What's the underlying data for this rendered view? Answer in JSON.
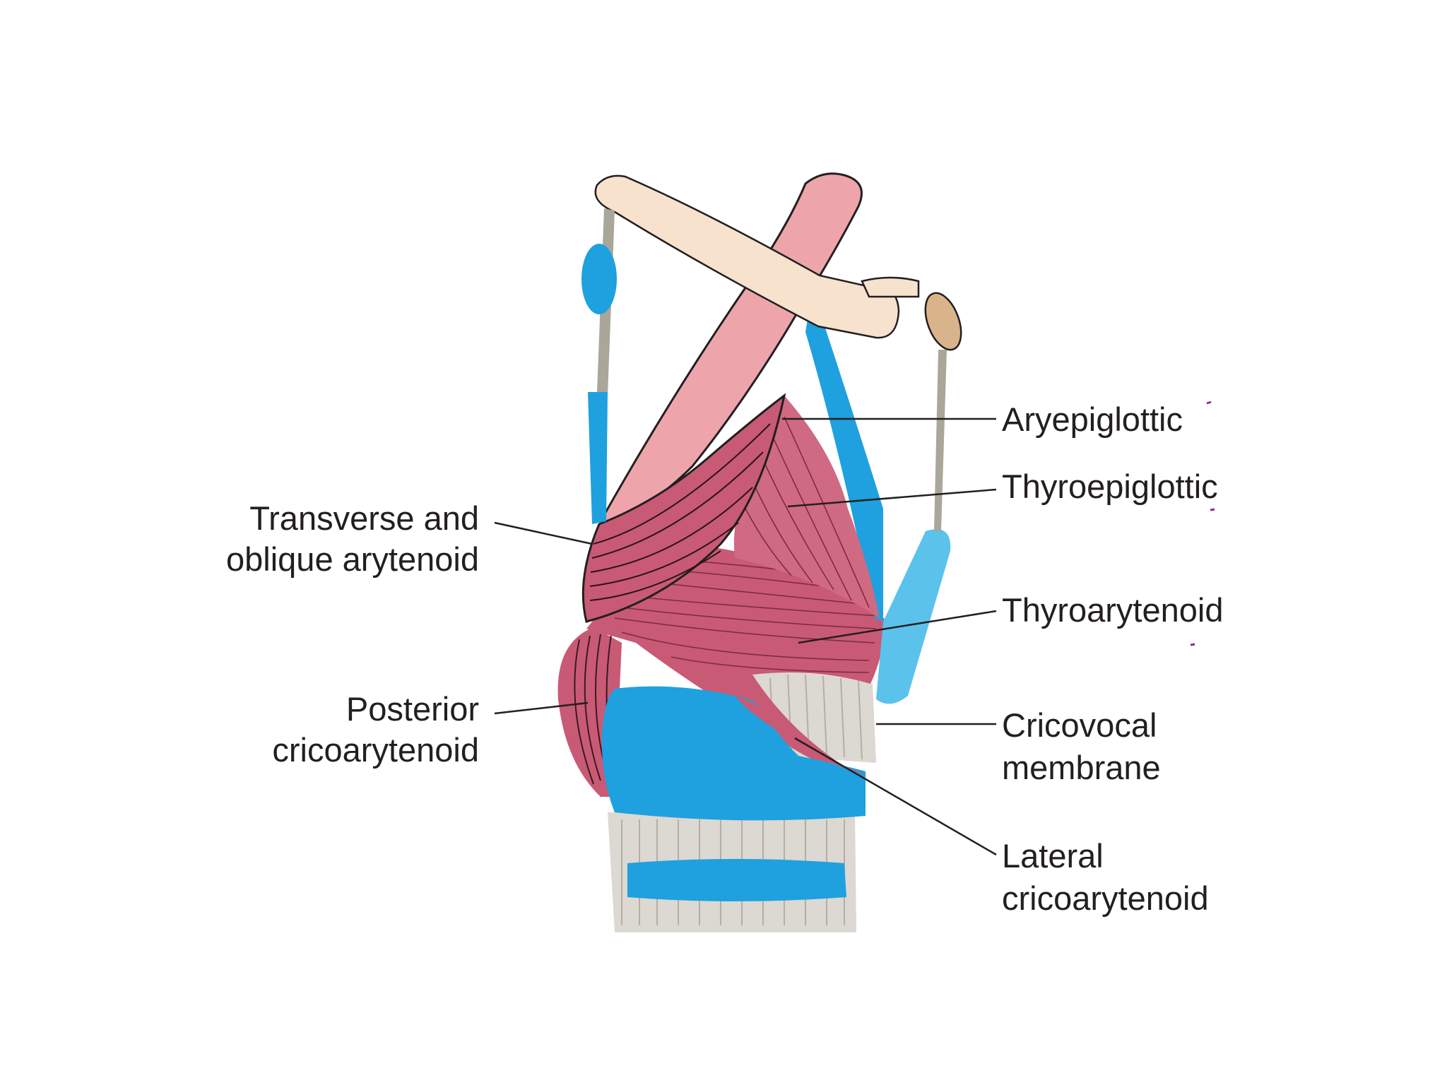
{
  "labels": {
    "aryepiglottic": "Aryepiglottic",
    "thyroepiglottic": "Thyroepiglottic",
    "thyroarytenoid": "Thyroarytenoid",
    "cricovocal_line1": "Cricovocal",
    "cricovocal_line2": "membrane",
    "lateral_line1": "Lateral",
    "lateral_line2": "cricoarytenoid",
    "transverse_line1": "Transverse and",
    "transverse_line2": "oblique arytenoid",
    "posterior_line1": "Posterior",
    "posterior_line2": "cricoarytenoid"
  },
  "colors": {
    "cartilage_blue": "#1ea1de",
    "light_blue": "#5bc2ec",
    "muscle": "#c85a75",
    "muscle_light": "#d97a91",
    "epiglottis_pink": "#eda5ab",
    "bone_cream": "#f7e2ce",
    "tissue_gray": "#d9d5cf",
    "ligament_gray": "#a9a79a",
    "line": "#231f20"
  }
}
